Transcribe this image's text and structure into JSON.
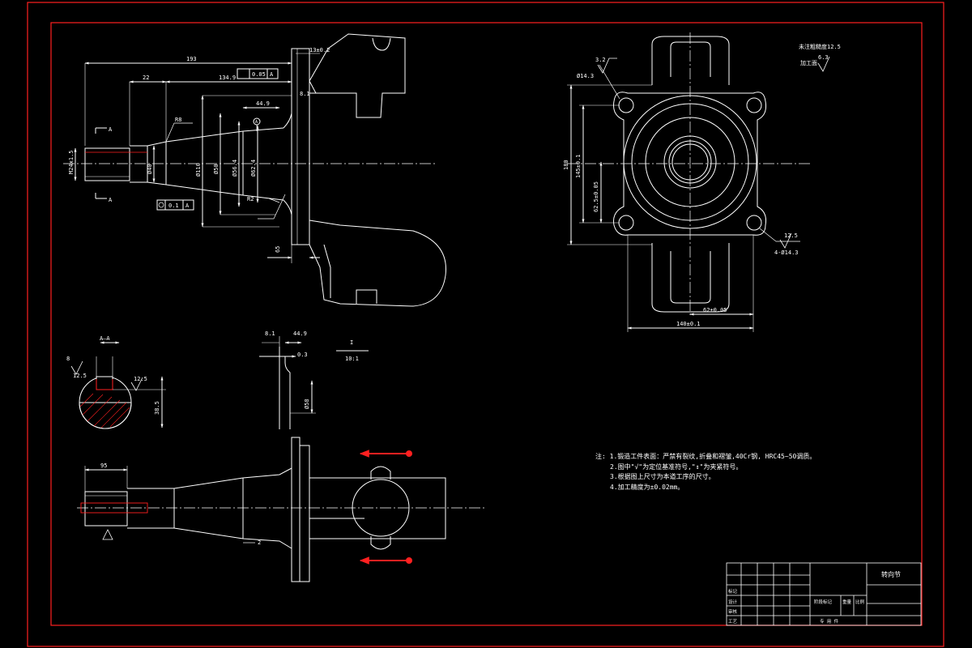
{
  "drawing": {
    "background": "#000000",
    "border_color": "#ff2020",
    "line_color": "#ffffff",
    "arrow_color": "#ff2020"
  },
  "dimensions": {
    "total_length": "193",
    "tolerance_box_top": "13±0.2",
    "runout_frame_value": "0.05",
    "runout_frame_datum": "A",
    "len_22": "22",
    "len_134": "134.9",
    "len_44": "44.9",
    "thread_m": "M24x1.5",
    "d40": "Ø40",
    "d110": "Ø110",
    "d50": "Ø50",
    "d56": "Ø56.4",
    "d62": "Ø62.4",
    "r8": "R8",
    "r2": "R2",
    "flange_1": "8.1",
    "flange_2": "65",
    "coax_value": "0.1",
    "coax_datum": "A",
    "datum_A": "A",
    "section_mark": "A",
    "section_label": "A—A",
    "view_label": "I",
    "scale": "10:1",
    "detail_8": "8.1",
    "detail_44": "44.9",
    "detail_03": "0.3",
    "detail_dia": "Ø58",
    "sec_top": "8",
    "sec_rough": "12.5",
    "sec_rough2": "12.5",
    "sec_depth": "38.5",
    "bottom_95": "95",
    "bottom_r2": "2"
  },
  "flange_view": {
    "roughness_note": "未注粗糙度12.5",
    "machined_label": "加工面",
    "machined_rough": "6.3",
    "hole_rough": "3.2",
    "hole_dia": "Ø14.3",
    "height_180": "180",
    "height_145": "145±0.1",
    "height_62": "62.5±0.05",
    "width_62": "62±0.05",
    "width_140": "140±0.1",
    "holes_spec": "4-Ø14.3",
    "rough_12": "12.5"
  },
  "notes": [
    "注: 1.锻造工件表面：严禁有裂纹,折叠和褶皱,40Cr钢, HRC45~50调质。",
    "2.图中\"√\"为定位基准符号,\"↕\"为夹紧符号。",
    "3.根据图上尺寸为本道工序的尺寸。",
    "4.加工精度为±0.02mm。"
  ],
  "title_block": {
    "part_name": "转向节",
    "part_no": "专 用 件",
    "row_labels": [
      "标记",
      "设计",
      "审核",
      "工艺"
    ],
    "stage_label": "阶段标记",
    "weight_label": "重量",
    "scale_label": "比例"
  }
}
